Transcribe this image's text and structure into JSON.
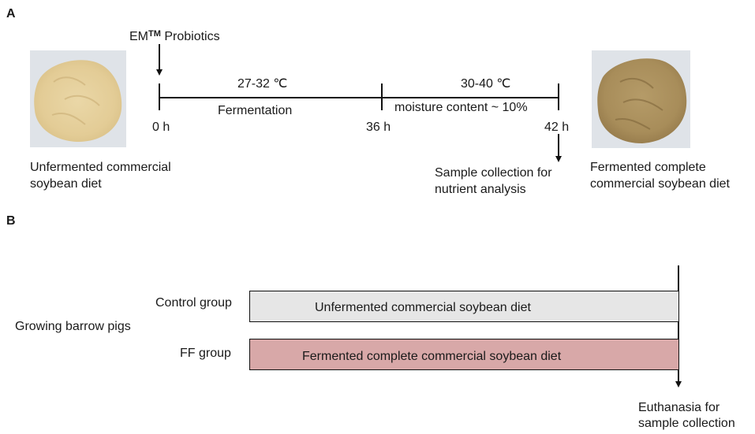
{
  "panels": {
    "a": "A",
    "b": "B"
  },
  "timeline": {
    "probiotic_label": "EM",
    "probiotic_tm": "TM",
    "probiotic_suffix": " Probiotics",
    "temp1": "27-32 ℃",
    "stage1": "Fermentation",
    "temp2": "30-40 ℃",
    "stage2": "moisture content ~ 10%",
    "t0": "0 h",
    "t36": "36 h",
    "t42": "42 h",
    "sample_collection": [
      "Sample collection for",
      "nutrient analysis"
    ],
    "left_caption": [
      "Unfermented commercial",
      "soybean diet"
    ],
    "right_caption": [
      "Fermented complete",
      "commercial soybean diet"
    ]
  },
  "trial": {
    "subjects": "Growing barrow pigs",
    "groups": [
      {
        "label": "Control group",
        "diet": "Unfermented commercial soybean diet",
        "color": "#e6e6e6"
      },
      {
        "label": "FF group",
        "diet": "Fermented complete commercial soybean diet",
        "color": "#d8a8a8"
      }
    ],
    "endpoint": [
      "Euthanasia for",
      "sample collection"
    ]
  },
  "colors": {
    "unfermented_feed": "#e3cc96",
    "fermented_feed": "#a88d5a",
    "photo_background": "#dfe3e8"
  }
}
